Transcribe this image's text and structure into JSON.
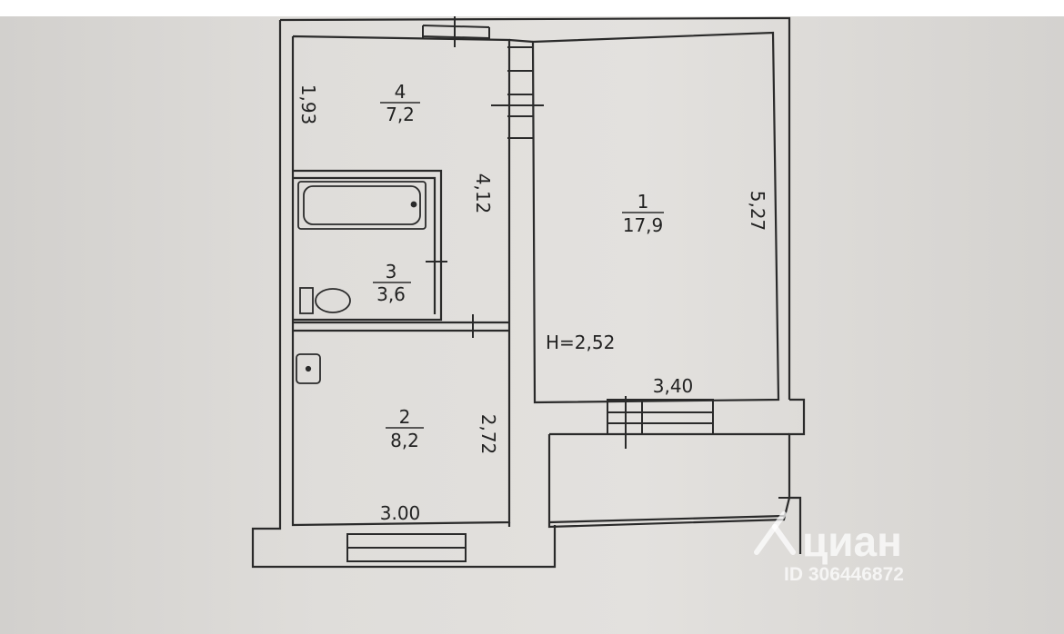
{
  "rooms": [
    {
      "number": "1",
      "area": "17,9"
    },
    {
      "number": "2",
      "area": "8,2"
    },
    {
      "number": "3",
      "area": "3,6"
    },
    {
      "number": "4",
      "area": "7,2"
    }
  ],
  "dimensions": {
    "room4_side": "1,93",
    "corridor_side": "4,12",
    "room1_side": "5,27",
    "room2_side": "2,72",
    "room2_width": "3.00",
    "room1_width": "3,40"
  },
  "ceiling_height": "H=2,52",
  "watermark": {
    "brand": "циан",
    "id": "ID 306446872"
  }
}
